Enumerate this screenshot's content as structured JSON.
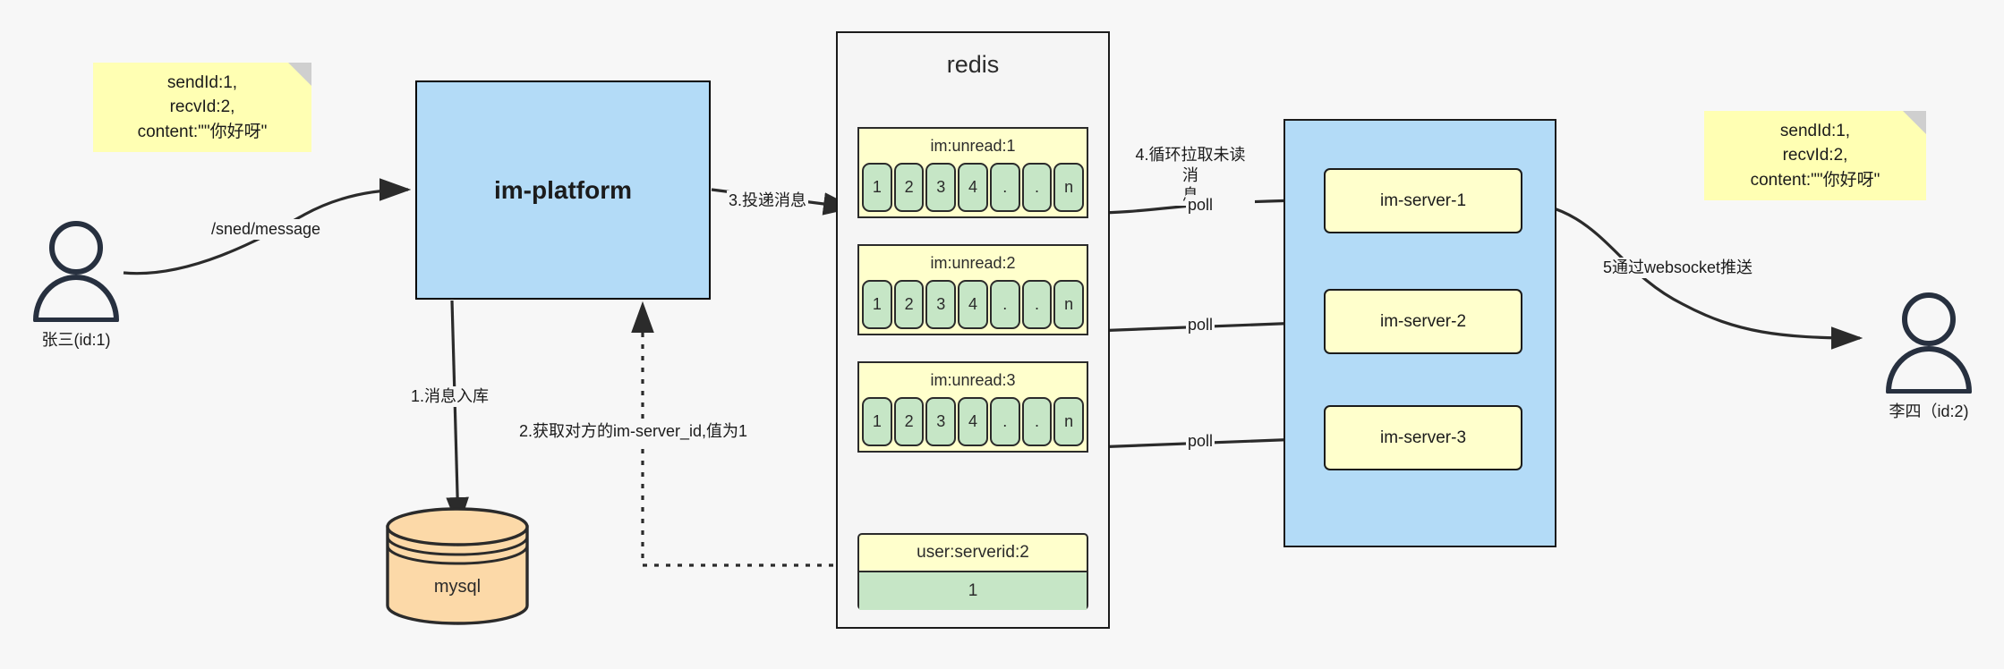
{
  "notes": {
    "left": "sendId:1,\nrecvId:2,\ncontent:\"\"你好呀\"",
    "right": "sendId:1,\nrecvId:2,\ncontent:\"\"你好呀\""
  },
  "actors": {
    "sender": "张三(id:1)",
    "receiver": "李四（id:2)"
  },
  "platform": {
    "label": "im-platform"
  },
  "database": {
    "label": "mysql"
  },
  "redis": {
    "title": "redis",
    "keys": [
      {
        "name": "im:unread:1",
        "cells": [
          "1",
          "2",
          "3",
          "4",
          ".",
          ".",
          "n"
        ]
      },
      {
        "name": "im:unread:2",
        "cells": [
          "1",
          "2",
          "3",
          "4",
          ".",
          ".",
          "n"
        ]
      },
      {
        "name": "im:unread:3",
        "cells": [
          "1",
          "2",
          "3",
          "4",
          ".",
          ".",
          "n"
        ]
      }
    ],
    "kv": {
      "name": "user:serverid:2",
      "value": "1"
    }
  },
  "servers": [
    {
      "label": "im-server-1"
    },
    {
      "label": "im-server-2"
    },
    {
      "label": "im-server-3"
    }
  ],
  "edges": {
    "send_message": "/sned/message",
    "store_message": "1.消息入库",
    "get_server_id": "2.获取对方的im-server_id,值为1",
    "deliver_message": "3.投递消息",
    "poll_unread": "4.循环拉取未读消\n息",
    "poll_1": "poll",
    "poll_2": "poll",
    "poll_3": "poll",
    "websocket_push": "5通过websocket推送"
  },
  "colors": {
    "note_yellow": "#ffffb3",
    "blue_fill": "#b3dbf7",
    "green_cell": "#c6e6c6",
    "yellow_box": "#ffffcc",
    "orange_cyl": "#fcd9a8",
    "stroke": "#1b1b1b",
    "background": "#f7f7f7"
  }
}
